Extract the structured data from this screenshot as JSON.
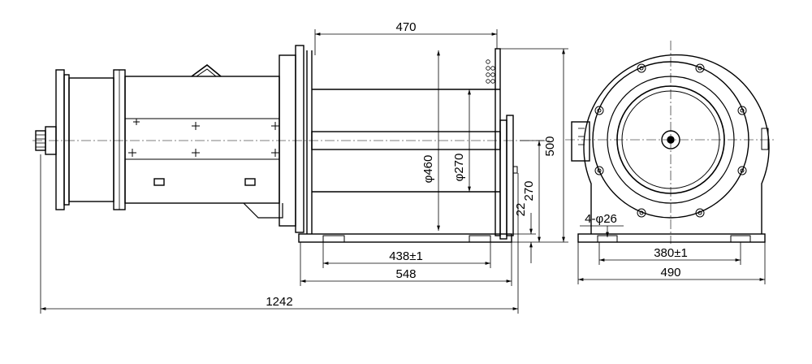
{
  "drawing": {
    "line_color": "#000000",
    "background_color": "#ffffff",
    "dimensions": {
      "d470": "470",
      "d500": "500",
      "d460": "φ460",
      "d270_drum": "φ270",
      "d270_height": "270",
      "d22": "22",
      "d438": "438±1",
      "d548": "548",
      "d1242": "1242",
      "d4x26": "4-φ26",
      "d380": "380±1",
      "d490": "490"
    }
  }
}
